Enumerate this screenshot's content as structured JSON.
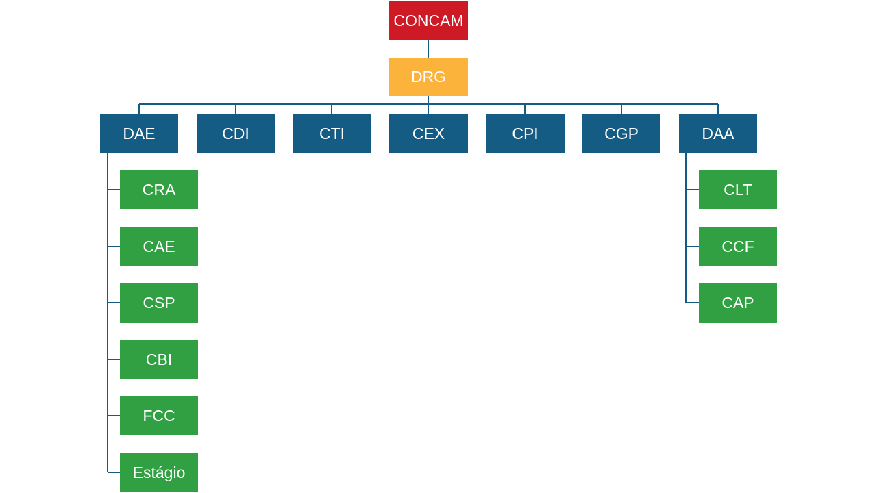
{
  "org_chart": {
    "root": "CONCAM",
    "director": "DRG",
    "departments": [
      "DAE",
      "CDI",
      "CTI",
      "CEX",
      "CPI",
      "CGP",
      "DAA"
    ],
    "dae_children": [
      "CRA",
      "CAE",
      "CSP",
      "CBI",
      "FCC",
      "Estágio"
    ],
    "daa_children": [
      "CLT",
      "CCF",
      "CAP"
    ]
  },
  "colors": {
    "root": "#ce1a25",
    "director": "#fbb33b",
    "department": "#145c84",
    "sub_unit": "#30a043",
    "connector": "#145c84"
  }
}
